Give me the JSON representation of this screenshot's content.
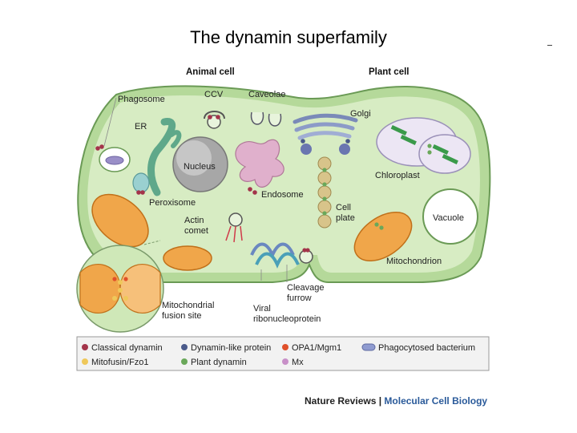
{
  "slide": {
    "title": "The dynamin superfamily"
  },
  "diagram": {
    "headers": {
      "animal": "Animal cell",
      "plant": "Plant cell"
    },
    "labels": {
      "phagosome": "Phagosome",
      "ccv": "CCV",
      "caveolae": "Caveolae",
      "golgi": "Golgi",
      "er": "ER",
      "nucleus": "Nucleus",
      "chloroplast": "Chloroplast",
      "peroxisome": "Peroxisome",
      "endosome": "Endosome",
      "cell_plate_1": "Cell",
      "cell_plate_2": "plate",
      "vacuole": "Vacuole",
      "actin_1": "Actin",
      "actin_2": "comet",
      "mitochondrion": "Mitochondrion",
      "cleavage_1": "Cleavage",
      "cleavage_2": "furrow",
      "fusion_1": "Mitochondrial",
      "fusion_2": "fusion site",
      "viral_1": "Viral",
      "viral_2": "ribonucleoprotein"
    },
    "legend": [
      {
        "label": "Classical dynamin",
        "color": "#a3344a"
      },
      {
        "label": "Dynamin-like protein",
        "color": "#4a5a8a"
      },
      {
        "label": "OPA1/Mgm1",
        "color": "#e0502a"
      },
      {
        "label": "Phagocytosed bacterium",
        "color": "#8f9bd0"
      },
      {
        "label": "Mitofusin/Fzo1",
        "color": "#efc85a"
      },
      {
        "label": "Plant dynamin",
        "color": "#6aa85a"
      },
      {
        "label": "Mx",
        "color": "#c890c8"
      }
    ],
    "credit": {
      "journal": "Nature Reviews",
      "separator": " | ",
      "section": "Molecular Cell Biology"
    }
  }
}
